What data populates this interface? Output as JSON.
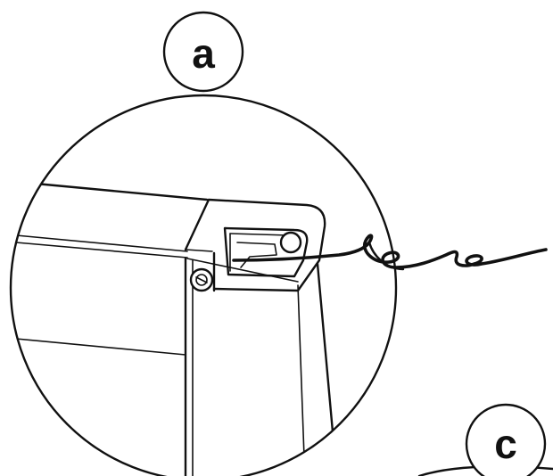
{
  "callouts": [
    {
      "id": "a",
      "text": "a"
    },
    {
      "id": "c",
      "text": "c"
    }
  ],
  "colors": {
    "line": "#111111",
    "background": "#ffffff"
  },
  "icons": {
    "screw": "screw-icon",
    "wire": "wire-icon"
  }
}
